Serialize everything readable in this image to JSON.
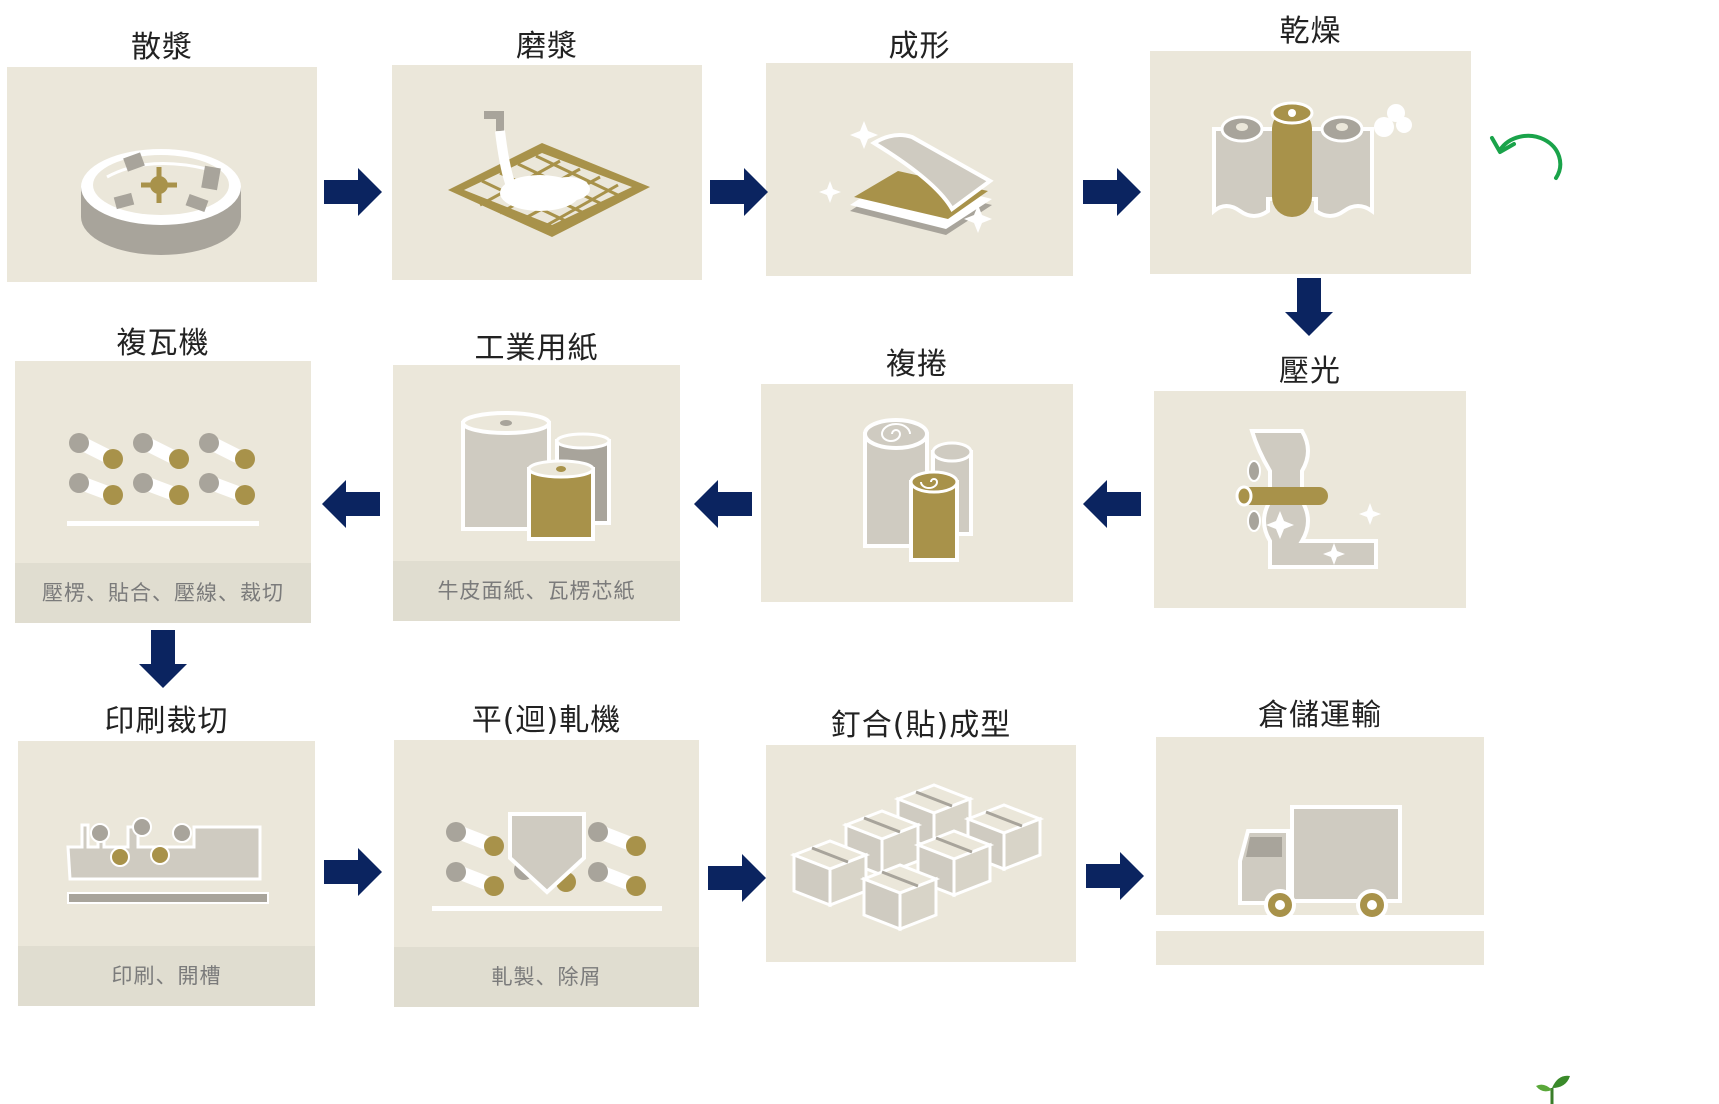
{
  "colors": {
    "card": "#ebe7da",
    "caption_band": "#e0ddd0",
    "arrow": "#0b2460",
    "gold": "#a8924a",
    "gray": "#a8a49b",
    "light_gray": "#cfcbc1",
    "loop": "#1aa34a"
  },
  "steps": [
    {
      "title": "散漿",
      "icon": "pulper-icon"
    },
    {
      "title": "磨漿",
      "icon": "refining-icon"
    },
    {
      "title": "成形",
      "icon": "forming-icon"
    },
    {
      "title": "乾燥",
      "icon": "drying-icon"
    },
    {
      "title": "壓光",
      "icon": "calendering-icon"
    },
    {
      "title": "複捲",
      "icon": "rewinding-icon"
    },
    {
      "title": "工業用紙",
      "icon": "paper-rolls-icon",
      "caption": "牛皮面紙、瓦楞芯紙"
    },
    {
      "title": "複瓦機",
      "icon": "corrugator-icon",
      "caption": "壓楞、貼合、壓線、裁切"
    },
    {
      "title": "印刷裁切",
      "icon": "printing-icon",
      "caption": "印刷、開槽"
    },
    {
      "title": "平(迴)軋機",
      "icon": "die-cutter-icon",
      "caption": "軋製、除屑"
    },
    {
      "title": "釘合(貼)成型",
      "icon": "boxes-icon"
    },
    {
      "title": "倉儲運輸",
      "icon": "truck-icon"
    }
  ],
  "loop_icon": "undo-arrow-icon",
  "corner_icon": "leaf-logo-icon"
}
